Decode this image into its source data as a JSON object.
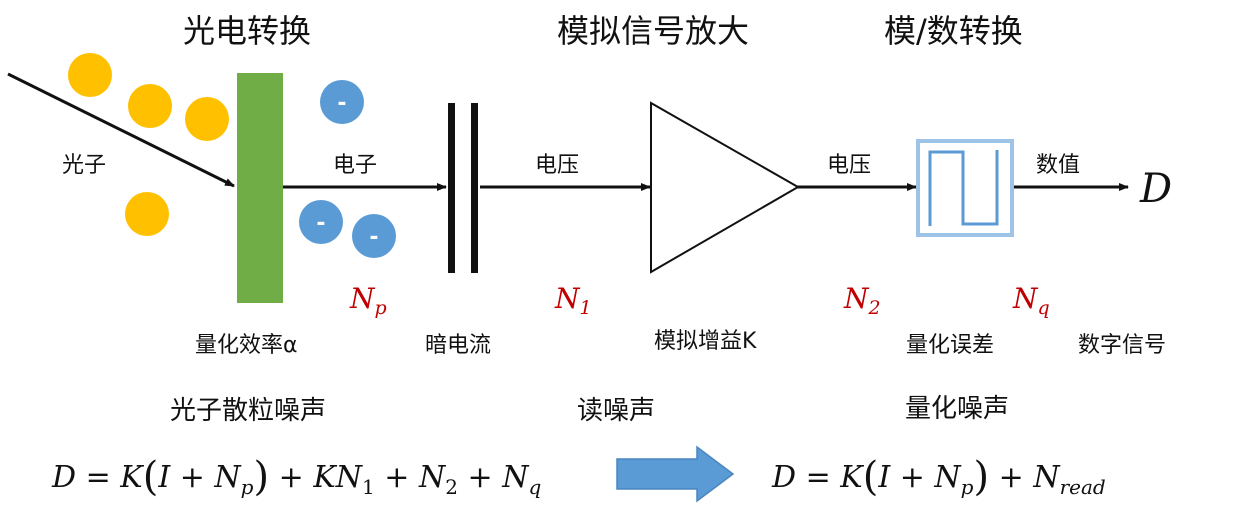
{
  "stages": {
    "photoelectric": "光电转换",
    "analog_amp": "模拟信号放大",
    "ad_conversion": "模/数转换"
  },
  "flow_labels": {
    "photon": "光子",
    "electron": "电子",
    "voltage_1": "电压",
    "voltage_2": "电压",
    "value": "数值"
  },
  "components": {
    "quantum_efficiency": "量化效率α",
    "dark_current": "暗电流",
    "analog_gain": "模拟增益K",
    "quantization_error": "量化误差",
    "digital_signal": "数字信号"
  },
  "noise_symbols": {
    "np": {
      "base": "N",
      "sub": "p"
    },
    "n1": {
      "base": "N",
      "sub": "1"
    },
    "n2": {
      "base": "N",
      "sub": "2"
    },
    "nq": {
      "base": "N",
      "sub": "q"
    }
  },
  "noise_types": {
    "photon_shot": "光子散粒噪声",
    "read": "读噪声",
    "quantization": "量化噪声"
  },
  "output_symbol": "D",
  "electron_charge": "-",
  "equations": {
    "full": {
      "lhs": "D",
      "eq": "=",
      "k": "K",
      "lp": "(",
      "i": "I",
      "plus1": "+",
      "np_base": "N",
      "np_sub": "p",
      "rp": ")",
      "plus2": "+",
      "kn1_k": "K",
      "kn1_n": "N",
      "kn1_sub": "1",
      "plus3": "+",
      "n2_base": "N",
      "n2_sub": "2",
      "plus4": "+",
      "nq_base": "N",
      "nq_sub": "q"
    },
    "simplified": {
      "lhs": "D",
      "eq": "=",
      "k": "K",
      "lp": "(",
      "i": "I",
      "plus1": "+",
      "np_base": "N",
      "np_sub": "p",
      "rp": ")",
      "plus2": "+",
      "nread_base": "N",
      "nread_sub": "read"
    }
  },
  "colors": {
    "photon": "#ffc000",
    "electron": "#5b9bd5",
    "sensor": "#70ad47",
    "noise_symbol": "#c00000",
    "adc_frame": "#9dc3e6",
    "transform_arrow": "#5b9bd5"
  }
}
